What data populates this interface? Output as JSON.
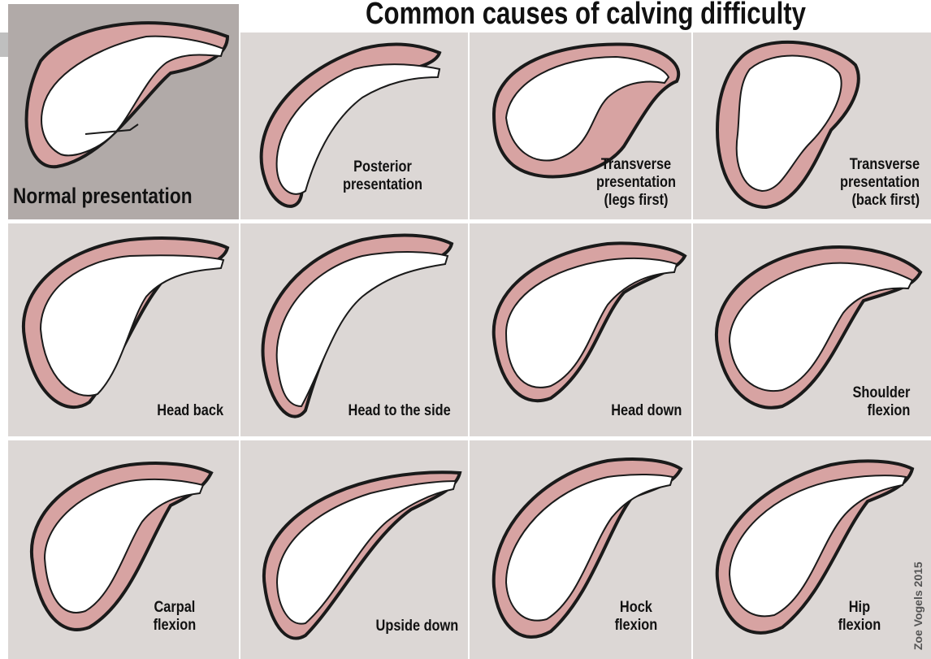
{
  "title": "Common causes of calving difficulty",
  "credit": "Zoe Vogels 2015",
  "colors": {
    "panel": "#dcd7d5",
    "normal_panel": "#b1aaa8",
    "uterus": "#d7a3a2",
    "calf": "#ffffff",
    "outline": "#1a1a1a"
  },
  "panels": [
    {
      "id": "normal",
      "label": [
        "Normal presentation"
      ]
    },
    {
      "id": "posterior",
      "label": [
        "Posterior",
        "presentation"
      ]
    },
    {
      "id": "transverse-legs",
      "label": [
        "Transverse",
        "presentation",
        "(legs first)"
      ]
    },
    {
      "id": "transverse-back",
      "label": [
        "Transverse",
        "presentation",
        "(back first)"
      ]
    },
    {
      "id": "head-back",
      "label": [
        "Head back"
      ]
    },
    {
      "id": "head-side",
      "label": [
        "Head to the side"
      ]
    },
    {
      "id": "head-down",
      "label": [
        "Head down"
      ]
    },
    {
      "id": "shoulder",
      "label": [
        "Shoulder",
        "flexion"
      ]
    },
    {
      "id": "carpal",
      "label": [
        "Carpal",
        "flexion"
      ]
    },
    {
      "id": "upside-down",
      "label": [
        "Upside down"
      ]
    },
    {
      "id": "hock",
      "label": [
        "Hock",
        "flexion"
      ]
    },
    {
      "id": "hip",
      "label": [
        "Hip",
        "flexion"
      ]
    }
  ]
}
